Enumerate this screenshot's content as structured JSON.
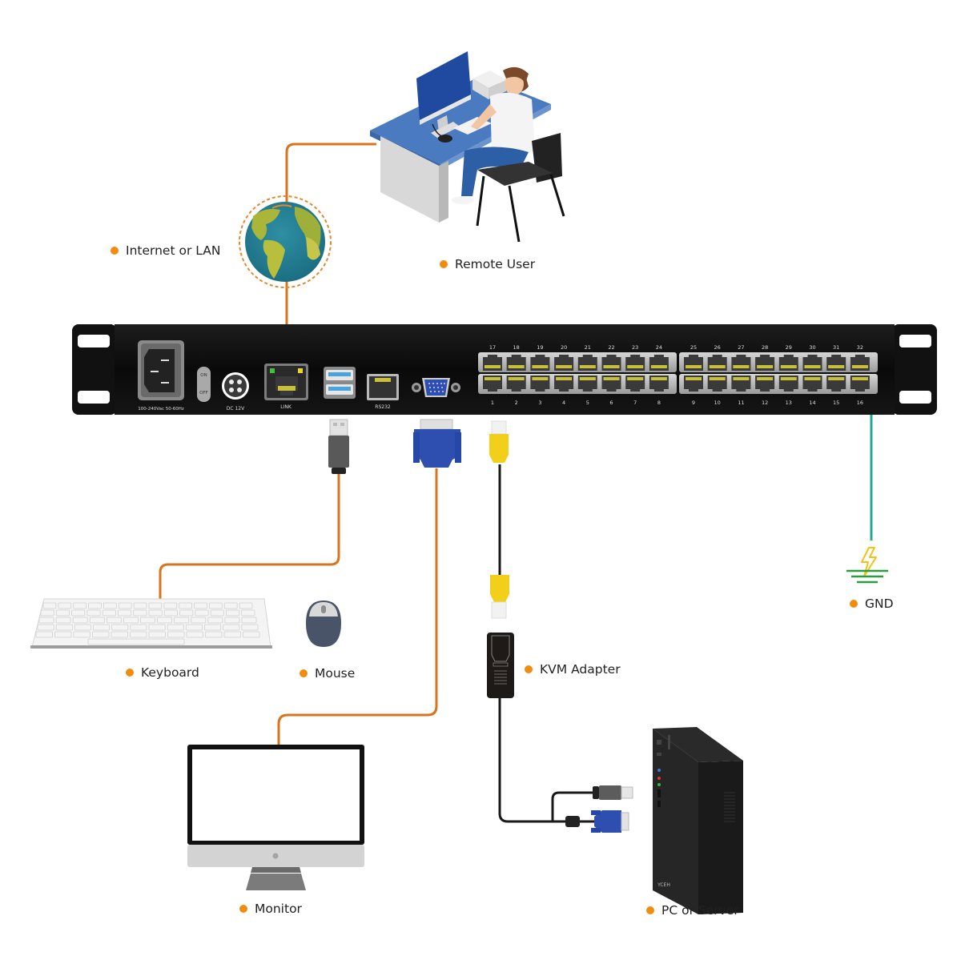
{
  "diagram": {
    "title": "KVM over IP switch connection diagram",
    "colors": {
      "accent_dot": "#f28c0f",
      "cable_orange": "#d9741c",
      "cable_black": "#1a1a1a",
      "cable_ground": "#2aa59a",
      "chassis": "#0f0f0f",
      "port_panel": "#b9b9b9",
      "port_contacts": "#c9c03a",
      "vga_blue": "#2e4fb0",
      "rj45_yellow": "#f2cf1a",
      "ground_green": "#2a9d3c",
      "lightning_yellow": "#f2c21a"
    },
    "labels": {
      "internet": "Internet or LAN",
      "remote_user": "Remote User",
      "keyboard": "Keyboard",
      "mouse": "Mouse",
      "kvm_adapter": "KVM Adapter",
      "gnd": "GND",
      "monitor": "Monitor",
      "pc_server": "PC or Server"
    },
    "device": {
      "power_label": "100-240Vac 50-60Hz",
      "switch_on": "ON",
      "switch_off": "OFF",
      "dc_label": "DC 12V",
      "link_label": "LINK",
      "rs232_label": "RS232",
      "ports_top_left": [
        "17",
        "18",
        "19",
        "20",
        "21",
        "22",
        "23",
        "24"
      ],
      "ports_top_right": [
        "25",
        "26",
        "27",
        "28",
        "29",
        "30",
        "31",
        "32"
      ],
      "ports_bottom_left": [
        "1",
        "2",
        "3",
        "4",
        "5",
        "6",
        "7",
        "8"
      ],
      "ports_bottom_right": [
        "9",
        "10",
        "11",
        "12",
        "13",
        "14",
        "15",
        "16"
      ]
    },
    "pc_brand": "YCEH"
  }
}
